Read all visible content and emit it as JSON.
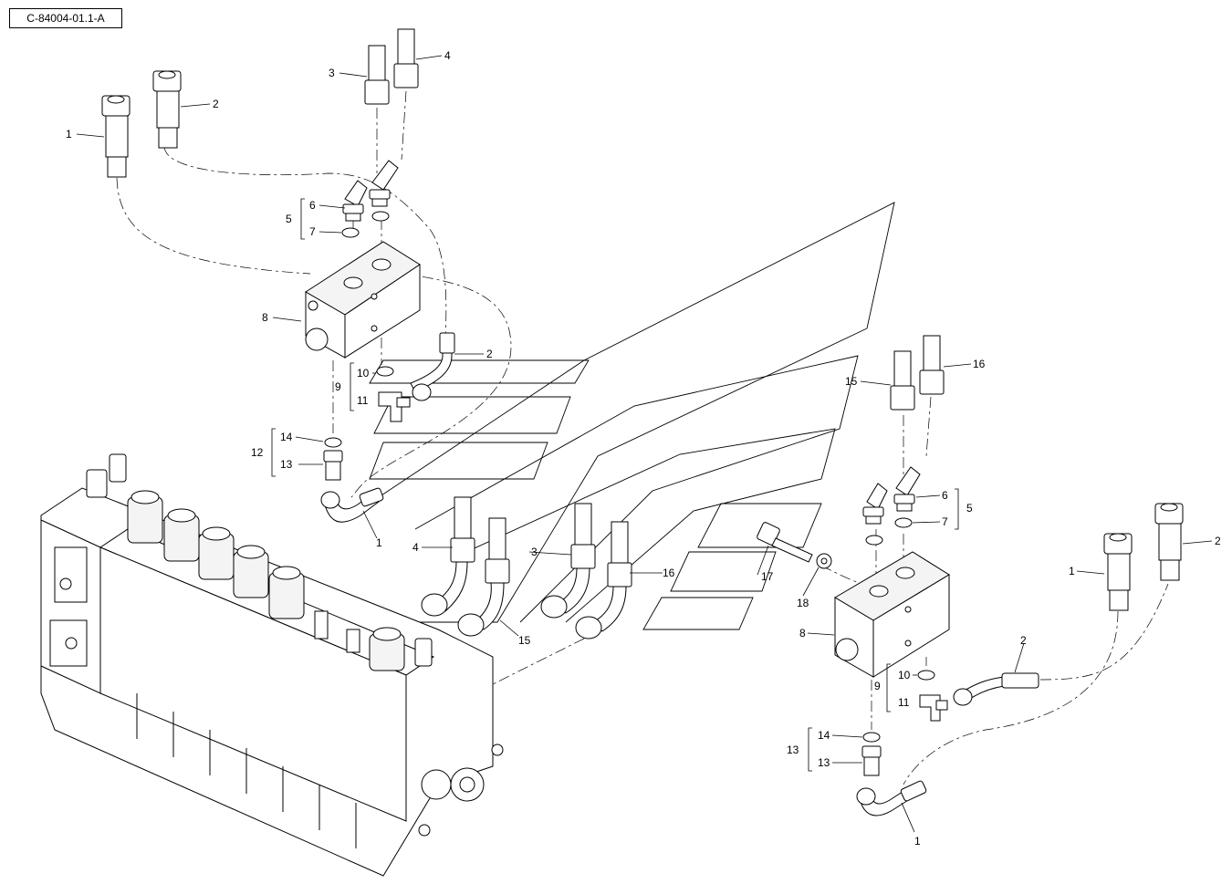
{
  "diagram": {
    "reference_code": "C-84004-01.1-A",
    "callouts": {
      "c1a": "1",
      "c2a": "2",
      "c3a": "3",
      "c4a": "4",
      "c5a": "5",
      "c6a": "6",
      "c7a": "7",
      "c8a": "8",
      "c9a": "9",
      "c10a": "10",
      "c11a": "11",
      "c2b": "2",
      "c12": "12",
      "c14a": "14",
      "c13a": "13",
      "c1b": "1",
      "c4b": "4",
      "c3b": "3",
      "c16a": "16",
      "c15a": "15",
      "c17": "17",
      "c18": "18",
      "c15b": "15",
      "c16b": "16",
      "c6b": "6",
      "c5b": "5",
      "c7b": "7",
      "c1c": "1",
      "c2c": "2",
      "c8b": "8",
      "c2d": "2",
      "c10b": "10",
      "c9b": "9",
      "c11b": "11",
      "c14b": "14",
      "c13b": "13",
      "c13c": "13",
      "c1d": "1"
    }
  }
}
